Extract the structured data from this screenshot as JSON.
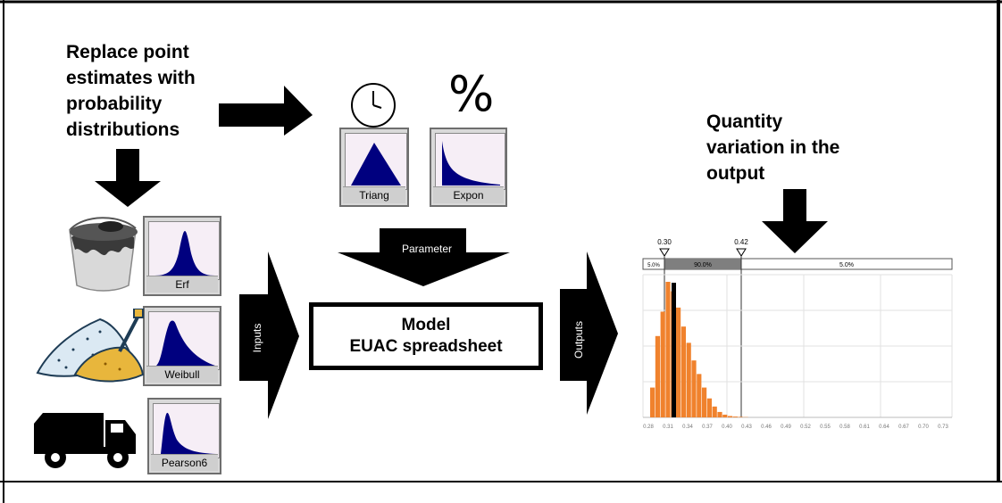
{
  "intro_text": [
    "Replace point",
    "estimates with",
    "probability",
    "distributions"
  ],
  "output_text": [
    "Quantity",
    "variation in the",
    "output"
  ],
  "parameter_label": "Parameter",
  "inputs_label": "Inputs",
  "outputs_label": "Outputs",
  "model": {
    "line1": "Model",
    "line2": "EUAC spreadsheet"
  },
  "parameters": [
    {
      "icon": "clock-icon",
      "distribution": "Triang"
    },
    {
      "icon": "percent-icon",
      "symbol": "%",
      "distribution": "Expon"
    }
  ],
  "inputs": [
    {
      "icon": "paint-bucket-icon",
      "distribution": "Erf"
    },
    {
      "icon": "sand-shovel-icon",
      "distribution": "Weibull"
    },
    {
      "icon": "dump-truck-icon",
      "distribution": "Pearson6"
    }
  ],
  "colors": {
    "distribution_fill": "#00007f",
    "histogram_bar": "#f0822d",
    "mean_bar": "#000000",
    "band_center": "#7f7f7f"
  },
  "output_chart": {
    "type": "bar",
    "markers": [
      "0.30",
      "0.42"
    ],
    "band": [
      "5.0%",
      "90.0%",
      "5.0%"
    ],
    "x_ticks": [
      "0.28",
      "0.31",
      "0.34",
      "0.37",
      "0.40",
      "0.43",
      "0.46",
      "0.49",
      "0.52",
      "0.55",
      "0.58",
      "0.61",
      "0.64",
      "0.67",
      "0.70",
      "0.73"
    ],
    "bin_heights_relative": [
      0.22,
      0.6,
      0.78,
      1.0,
      0.93,
      0.81,
      0.67,
      0.55,
      0.42,
      0.32,
      0.22,
      0.14,
      0.08,
      0.04,
      0.02,
      0.01,
      0.006,
      0.004,
      0.002
    ],
    "mean_bar_relative": 0.98
  }
}
